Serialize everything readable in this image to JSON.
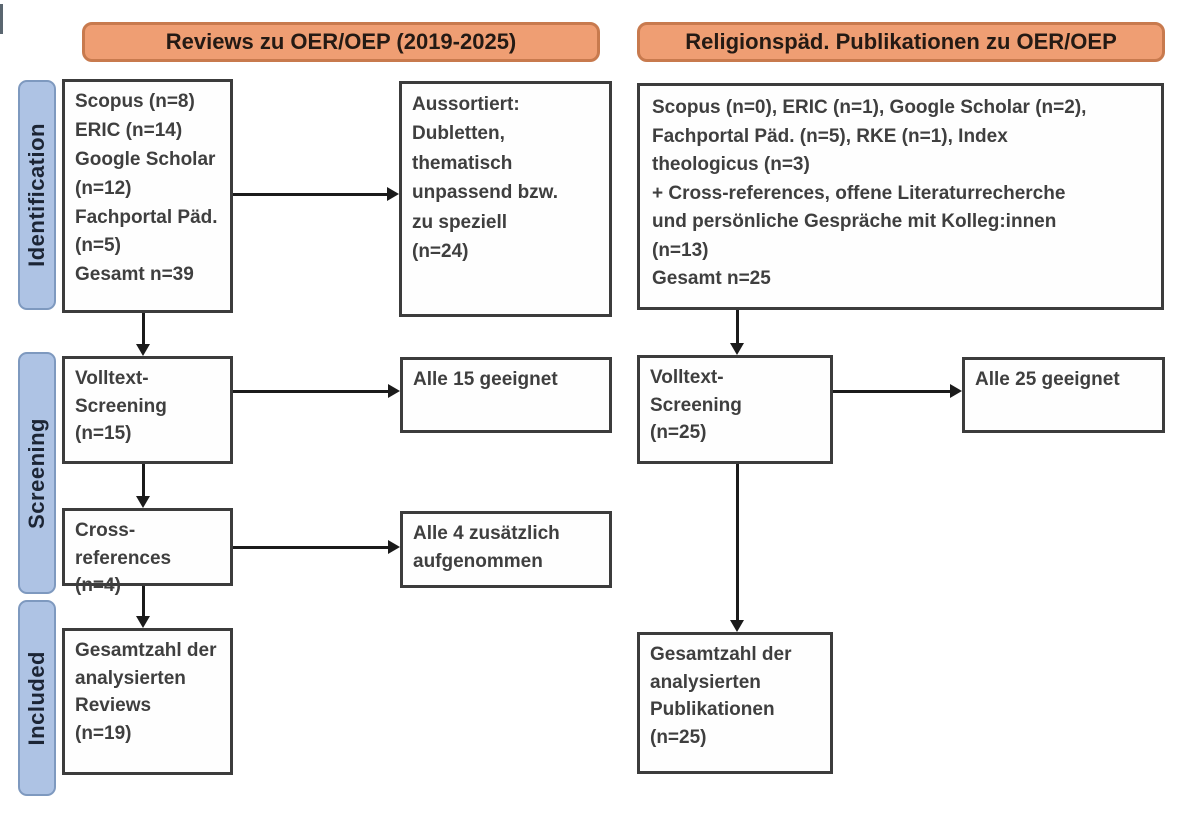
{
  "headers": [
    {
      "label": "Reviews zu OER/OEP (2019-2025)"
    },
    {
      "label": "Religionspäd. Publikationen zu OER/OEP"
    }
  ],
  "stages": [
    {
      "label": "Identification"
    },
    {
      "label": "Screening"
    },
    {
      "label": "Included"
    }
  ],
  "left_flow": {
    "sources_box": "Scopus (n=8)\nERIC (n=14)\nGoogle Scholar\n(n=12)\nFachportal Päd.\n(n=5)\nGesamt n=39",
    "excluded_box": "Aussortiert:\nDubletten,\nthematisch\nunpassend bzw.\nzu speziell\n(n=24)",
    "fulltext_box": "Volltext-\nScreening\n(n=15)",
    "eligible_box": "Alle 15 geeignet",
    "crossref_box": "Cross-references\n(n=4)",
    "added_box": "Alle 4 zusätzlich\naufgenommen",
    "included_box": "Gesamtzahl der\nanalysierten\nReviews\n(n=19)"
  },
  "right_flow": {
    "sources_box": "Scopus (n=0), ERIC (n=1), Google Scholar (n=2),\nFachportal Päd. (n=5), RKE (n=1), Index\ntheologicus (n=3)\n+ Cross-references, offene Literaturrecherche\nund persönliche Gespräche mit Kolleg:innen\n(n=13)\nGesamt n=25",
    "fulltext_box": "Volltext-\nScreening\n(n=25)",
    "eligible_box": "Alle 25 geeignet",
    "included_box": "Gesamtzahl der\nanalysierten\nPublikationen\n(n=25)"
  },
  "colors": {
    "header_fill": "#ef9e73",
    "header_border": "#c87a4e",
    "stage_fill": "#aec3e4",
    "stage_border": "#7e99bf",
    "box_border": "#3c3c3c",
    "text": "#3f3f3f",
    "arrow": "#1b1b1b"
  }
}
